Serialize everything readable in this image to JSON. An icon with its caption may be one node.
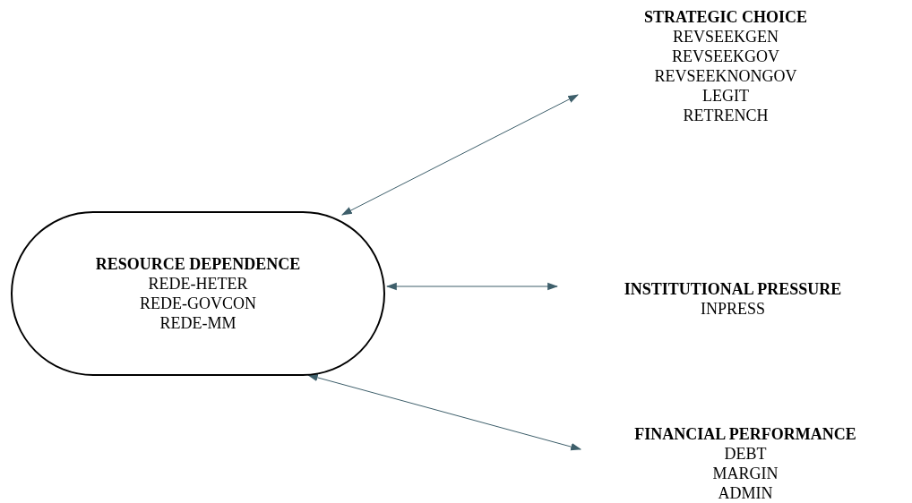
{
  "diagram": {
    "nodes": [
      {
        "text": [
          "RESOURCE DEPENDENCE",
          "REDE-HETER",
          "REDE-GOVCON",
          "REDE-MM"
        ]
      },
      {
        "text": [
          "STRATEGIC CHOICE",
          "REVSEEKGEN",
          "REVSEEKGOV",
          "REVSEEKNONGOV",
          "LEGIT",
          "RETRENCH"
        ]
      },
      {
        "text": [
          "INSTITUTIONAL PRESSURE",
          "INPRESS"
        ]
      },
      {
        "text": [
          "FINANCIAL PERFORMANCE",
          "DEBT",
          "MARGIN",
          "ADMIN"
        ]
      }
    ],
    "edges": [
      {
        "from": 0,
        "to": 1,
        "arrow": "both"
      },
      {
        "from": 0,
        "to": 2,
        "arrow": "both"
      },
      {
        "from": 0,
        "to": 3,
        "arrow": "both"
      }
    ]
  }
}
